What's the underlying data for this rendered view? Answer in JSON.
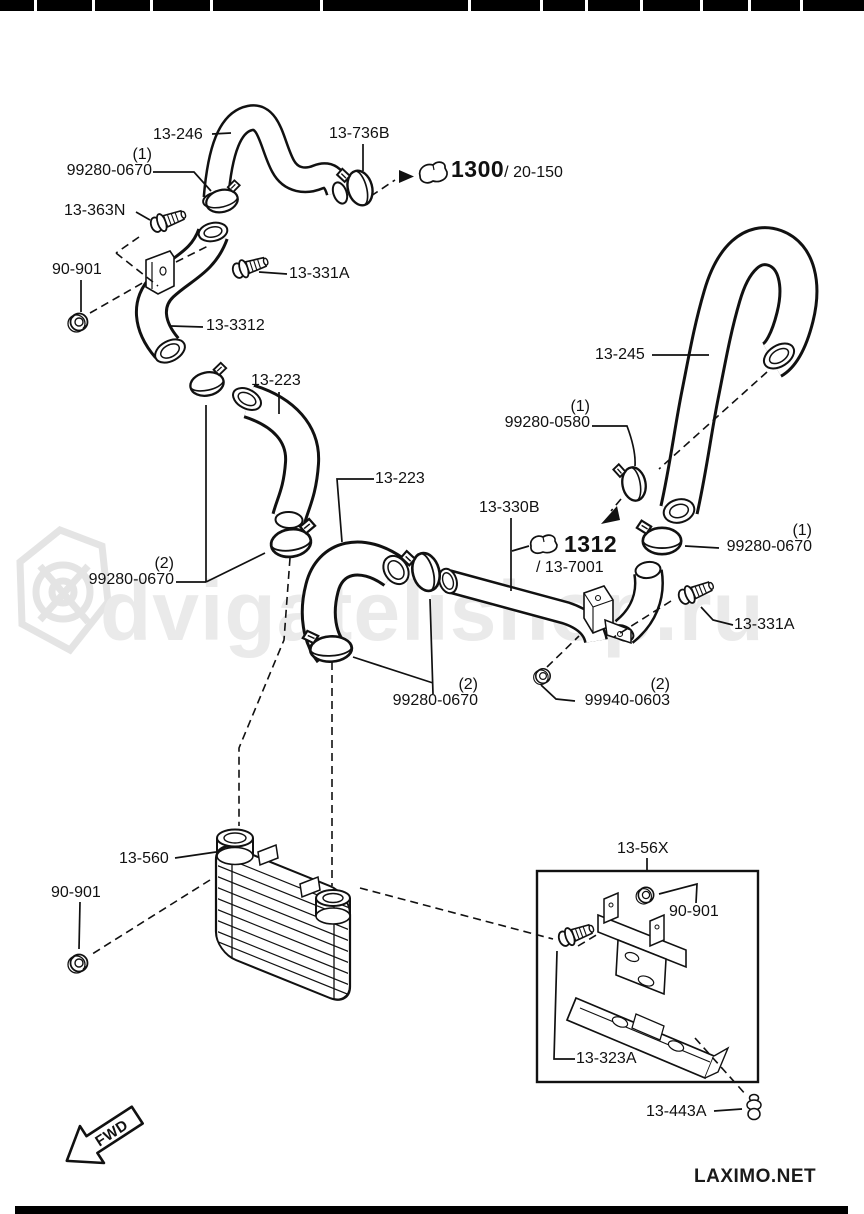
{
  "page": {
    "watermark": "dvigatelishop.ru",
    "brand": "LAXIMO.NET",
    "fwd": "FWD"
  },
  "refs": {
    "r1300": {
      "main": "1300",
      "sub": "/ 20-150"
    },
    "r1312": {
      "main": "1312",
      "sub": "/ 13-7001"
    }
  },
  "callouts": {
    "c13246": {
      "text": "13-246"
    },
    "c13736b": {
      "text": "13-736B"
    },
    "c992800670_top": {
      "qty": "(1)",
      "text": "99280-0670"
    },
    "c13363n": {
      "text": "13-363N"
    },
    "c90901_top": {
      "text": "90-901"
    },
    "c13331a_top": {
      "text": "13-331A"
    },
    "c133312": {
      "text": "13-3312"
    },
    "c13223_up": {
      "text": "13-223"
    },
    "c13245": {
      "text": "13-245"
    },
    "c992800580": {
      "qty": "(1)",
      "text": "99280-0580"
    },
    "c13223_low": {
      "text": "13-223"
    },
    "c13330b": {
      "text": "13-330B"
    },
    "c992800670_right": {
      "qty": "(1)",
      "text": "99280-0670"
    },
    "c13331a_right": {
      "text": "13-331A"
    },
    "c992800670_left": {
      "qty": "(2)",
      "text": "99280-0670"
    },
    "c992800670_mid": {
      "qty": "(2)",
      "text": "99280-0670"
    },
    "c999400603": {
      "qty": "(2)",
      "text": "99940-0603"
    },
    "c13560": {
      "text": "13-560"
    },
    "c90901_bottom": {
      "text": "90-901"
    },
    "c1356x": {
      "text": "13-56X"
    },
    "c90901_inset": {
      "text": "90-901"
    },
    "c13323a": {
      "text": "13-323A"
    },
    "c13443a": {
      "text": "13-443A"
    }
  }
}
